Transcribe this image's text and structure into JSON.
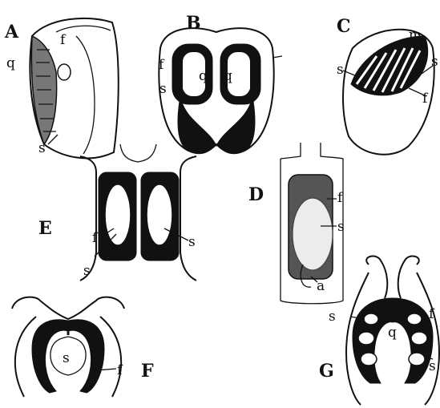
{
  "figures": [
    {
      "id": "A",
      "labels": [
        "q",
        "f",
        "s"
      ]
    },
    {
      "id": "B",
      "labels": [
        "f",
        "q",
        "q",
        "s"
      ]
    },
    {
      "id": "C",
      "labels": [
        "m",
        "s",
        "s",
        "f"
      ]
    },
    {
      "id": "D",
      "labels": [
        "f",
        "s",
        "a"
      ]
    },
    {
      "id": "E",
      "labels": [
        "f",
        "s",
        "s"
      ]
    },
    {
      "id": "F",
      "labels": [
        "s",
        "f"
      ]
    },
    {
      "id": "G",
      "labels": [
        "s",
        "f",
        "q",
        "s"
      ]
    }
  ]
}
